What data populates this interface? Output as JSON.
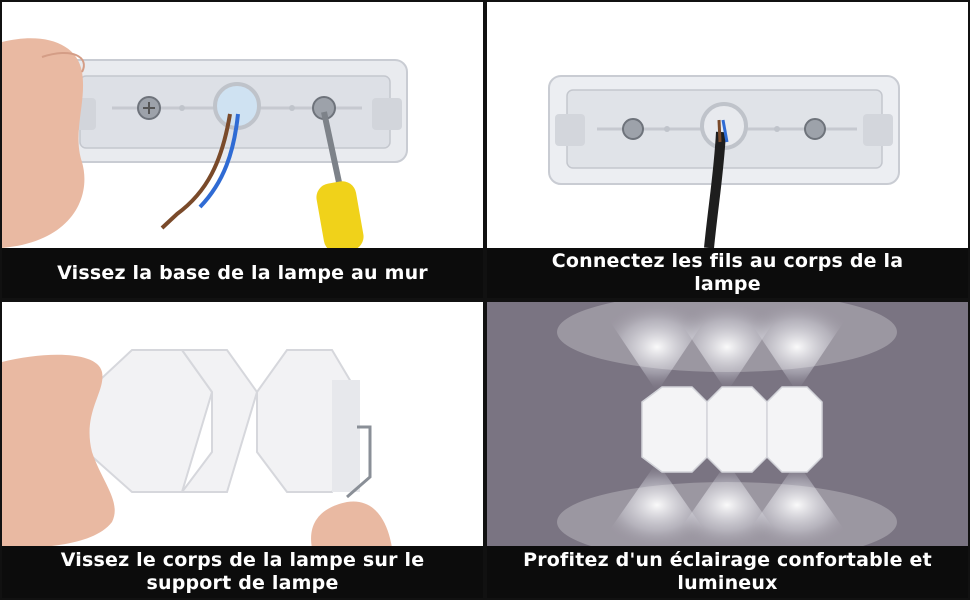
{
  "steps": [
    {
      "caption": "Vissez la base de la lampe au mur"
    },
    {
      "caption": "Connectez les fils au corps de la lampe"
    },
    {
      "caption": "Vissez le corps de la lampe sur le support de lampe"
    },
    {
      "caption": "Profitez d'un éclairage confortable et lumineux"
    }
  ],
  "colors": {
    "caption_bg": "#0c0c0c",
    "caption_text": "#ffffff",
    "wall_bg": "#7a7482",
    "lamp_white": "#f2f2f4",
    "screwdriver_handle": "#f0d21a"
  }
}
